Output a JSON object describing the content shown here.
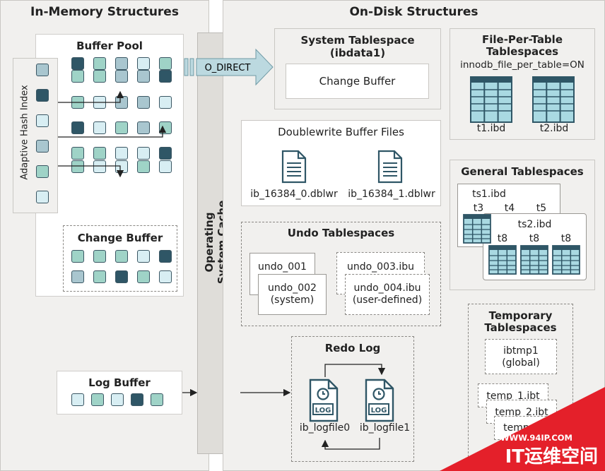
{
  "memory": {
    "title": "In-Memory Structures",
    "buffer_pool": "Buffer Pool",
    "adaptive_hash_index": "Adaptive Hash Index",
    "change_buffer": "Change Buffer",
    "log_buffer": "Log Buffer"
  },
  "os": {
    "label_line1": "Operating",
    "label_line2": "System Cache",
    "o_direct": "O_DIRECT"
  },
  "disk": {
    "title": "On-Disk Structures",
    "system_ts": {
      "title_line1": "System Tablespace",
      "title_line2": "(ibdata1)",
      "change_buffer": "Change Buffer"
    },
    "file_per_table": {
      "title_line1": "File-Per-Table",
      "title_line2": "Tablespaces",
      "setting": "innodb_file_per_table=ON",
      "files": [
        "t1.ibd",
        "t2.ibd"
      ]
    },
    "doublewrite": {
      "title": "Doublewrite Buffer Files",
      "files": [
        "ib_16384_0.dblwr",
        "ib_16384_1.dblwr"
      ]
    },
    "general": {
      "title": "General Tablespaces",
      "ts1": "ts1.ibd",
      "ts1_tables": [
        "t3",
        "t4",
        "t5"
      ],
      "ts2": "ts2.ibd",
      "ts2_tables": [
        "t8",
        "t8",
        "t8"
      ]
    },
    "undo": {
      "title": "Undo Tablespaces",
      "undo_001": "undo_001",
      "undo_002": "undo_002",
      "undo_002_note": "(system)",
      "undo_003": "undo_003.ibu",
      "undo_004": "undo_004.ibu",
      "undo_004_note": "(user-defined)"
    },
    "temp": {
      "title_line1": "Temporary",
      "title_line2": "Tablespaces",
      "ibtmp1": "ibtmp1",
      "ibtmp1_note": "(global)",
      "files": [
        "temp_1.ibt",
        "temp_2.ibt",
        "temp_"
      ]
    },
    "redo": {
      "title": "Redo Log",
      "files": [
        "ib_logfile0",
        "ib_logfile1"
      ],
      "icon_text": "LOG"
    }
  },
  "watermark": {
    "url": "WWW.94IP.COM",
    "brand": "IT运维空间"
  },
  "colors": {
    "teal": "#9fd3c7",
    "dark": "#2f5666",
    "light": "#d8eef3",
    "gray": "#a9c6cf",
    "panel": "#f1f0ee",
    "arrow": "#bcd9e0"
  }
}
